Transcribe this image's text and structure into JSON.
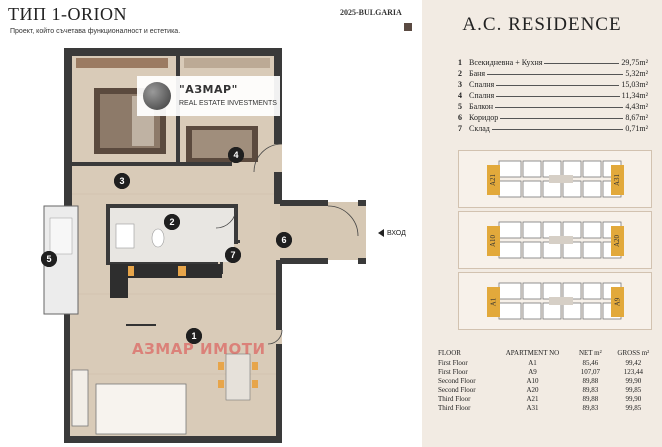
{
  "header": {
    "title": "ТИП 1-ORION",
    "subtitle": "Проект, който съчетава функционалност и естетика.",
    "brand": "2025-BULGARIA"
  },
  "plan": {
    "logo_name": "\"АЗМАР\"",
    "logo_sub": "REAL ESTATE INVESTMENTS",
    "watermark": "АЗМАР ИМОТИ",
    "entrance_label": "ВХОД",
    "room_numbers": [
      "1",
      "2",
      "3",
      "4",
      "5",
      "6",
      "7"
    ]
  },
  "panel": {
    "title": "A.C. RESIDENCE",
    "rooms": [
      {
        "n": "1",
        "name": "Всекидневна + Кухня",
        "area": "29,75m²"
      },
      {
        "n": "2",
        "name": "Баня",
        "area": "5,32m²"
      },
      {
        "n": "3",
        "name": "Спалня",
        "area": "15,03m²"
      },
      {
        "n": "4",
        "name": "Спалня",
        "area": "11,34m²"
      },
      {
        "n": "5",
        "name": "Балкон",
        "area": "4,43m²"
      },
      {
        "n": "6",
        "name": "Коридор",
        "area": "8,67m²"
      },
      {
        "n": "7",
        "name": "Склад",
        "area": "0,71m²"
      }
    ],
    "buildings": [
      {
        "left_tag": "A21",
        "right_tag": "A31"
      },
      {
        "left_tag": "A10",
        "right_tag": "A20"
      },
      {
        "left_tag": "A1",
        "right_tag": "A9"
      }
    ],
    "table": {
      "headers": [
        "FLOOR",
        "APARTMENT NO",
        "NET m²",
        "GROSS m²"
      ],
      "rows": [
        [
          "First Floor",
          "A1",
          "85,46",
          "99,42"
        ],
        [
          "First Floor",
          "A9",
          "107,07",
          "123,44"
        ],
        [
          "Second Floor",
          "A10",
          "89,88",
          "99,90"
        ],
        [
          "Second Floor",
          "A20",
          "89,83",
          "99,85"
        ],
        [
          "Third Floor",
          "A21",
          "89,88",
          "99,90"
        ],
        [
          "Third Floor",
          "A31",
          "89,83",
          "99,85"
        ]
      ]
    }
  },
  "colors": {
    "panel_bg": "#f2ebe3",
    "tag_gold": "#e2a93b",
    "wall": "#3a3a3a",
    "floor": "#d9cbb8"
  }
}
